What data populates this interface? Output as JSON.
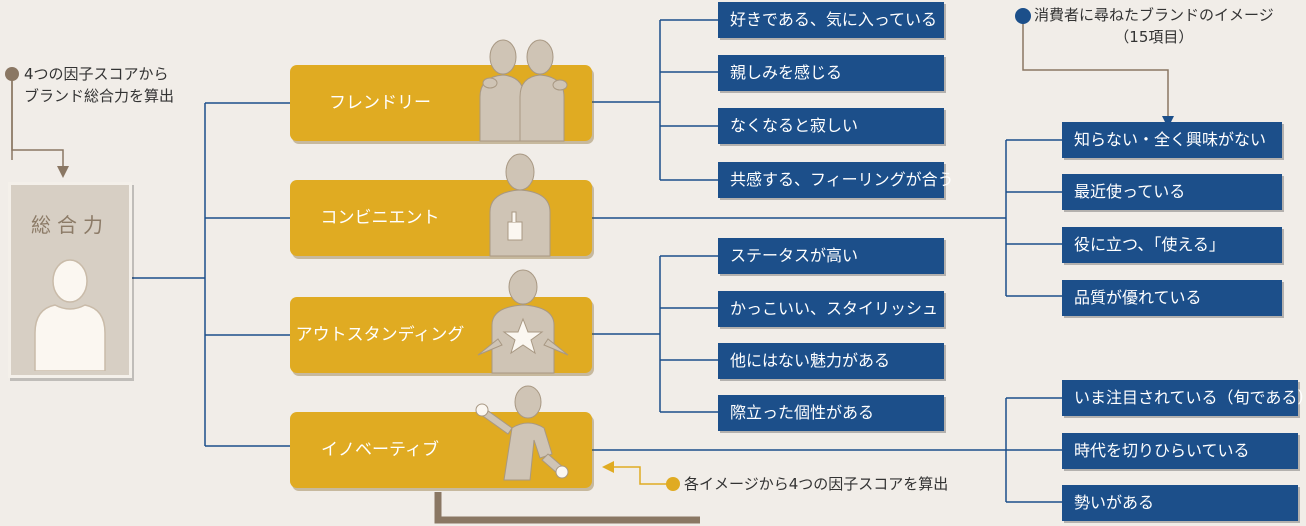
{
  "top_left_note": "4つの因子スコアから\nブランド総合力を算出",
  "card_title": "総合力",
  "top_right_note": "消費者に尋ねたブランドのイメージ\n（15項目）",
  "bottom_note": "各イメージから4つの因子スコアを算出",
  "factors": [
    "フレンドリー",
    "コンビニエント",
    "アウトスタンディング",
    "イノベーティブ"
  ],
  "friendly_items": [
    "好きである、気に入っている",
    "親しみを感じる",
    "なくなると寂しい",
    "共感する、フィーリングが合う"
  ],
  "convenient_items": [
    "知らない・全く興味がない",
    "最近使っている",
    "役に立つ、「使える」",
    "品質が優れている"
  ],
  "outstanding_items": [
    "ステータスが高い",
    "かっこいい、スタイリッシュ",
    "他にはない魅力がある",
    "際立った個性がある"
  ],
  "innovative_items": [
    "いま注目されている（旬である）",
    "時代を切りひらいている",
    "勢いがある"
  ],
  "colors": {
    "background": "#f1ede8",
    "factor": "#e0ab22",
    "item": "#1c4f8a",
    "figure": "#cfc4b5",
    "line": "#1c4f8a"
  }
}
